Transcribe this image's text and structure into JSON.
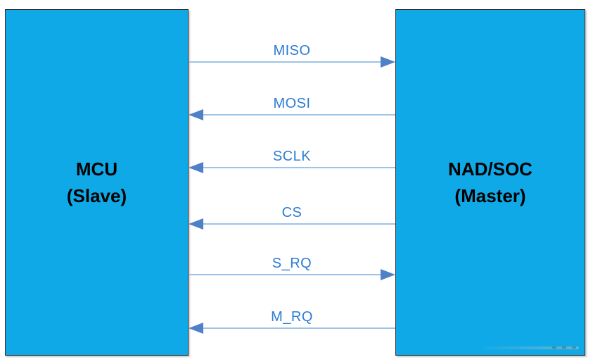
{
  "diagram": {
    "left_box": {
      "title": "MCU",
      "subtitle": "(Slave)"
    },
    "right_box": {
      "title": "NAD/SOC",
      "subtitle": "(Master)"
    },
    "signals": [
      {
        "label": "MISO",
        "direction": "right"
      },
      {
        "label": "MOSI",
        "direction": "left"
      },
      {
        "label": "SCLK",
        "direction": "left"
      },
      {
        "label": "CS",
        "direction": "left"
      },
      {
        "label": "S_RQ",
        "direction": "right"
      },
      {
        "label": "M_RQ",
        "direction": "left"
      }
    ],
    "colors": {
      "box_fill": "#10a9e8",
      "box_border": "#2f2f2f",
      "node_text": "#000000",
      "label_text": "#2b7cd3",
      "arrow_line": "#9dc3e6",
      "arrow_head": "#4f81c7"
    }
  }
}
